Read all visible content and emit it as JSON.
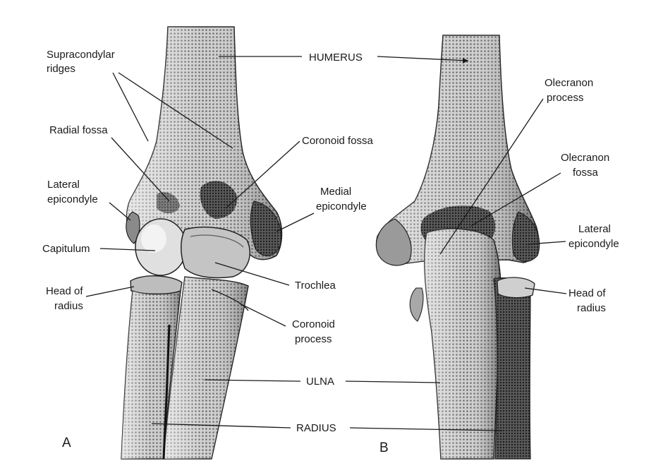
{
  "labels": {
    "humerus": "HUMERUS",
    "ulna": "ULNA",
    "radius": "RADIUS",
    "supracondylar_1": "Supracondylar",
    "supracondylar_2": "ridges",
    "radial_fossa": "Radial fossa",
    "coronoid_fossa": "Coronoid fossa",
    "lateral_epicondyle_a_1": "Lateral",
    "lateral_epicondyle_a_2": "epicondyle",
    "medial_epicondyle_1": "Medial",
    "medial_epicondyle_2": "epicondyle",
    "capitulum": "Capitulum",
    "trochlea": "Trochlea",
    "head_of_radius_a_1": "Head of",
    "head_of_radius_a_2": "radius",
    "coronoid_process_1": "Coronoid",
    "coronoid_process_2": "process",
    "olecranon_process_1": "Olecranon",
    "olecranon_process_2": "process",
    "olecranon_fossa_1": "Olecranon",
    "olecranon_fossa_2": "fossa",
    "lateral_epicondyle_b_1": "Lateral",
    "lateral_epicondyle_b_2": "epicondyle",
    "head_of_radius_b_1": "Head of",
    "head_of_radius_b_2": "radius"
  },
  "panels": {
    "a": "A",
    "b": "B"
  },
  "colors": {
    "ink": "#1a1a1a",
    "bone_light": "#d9d9d9",
    "bone_mid": "#9a9a9a",
    "bone_dark": "#3a3a3a",
    "background": "#ffffff"
  }
}
